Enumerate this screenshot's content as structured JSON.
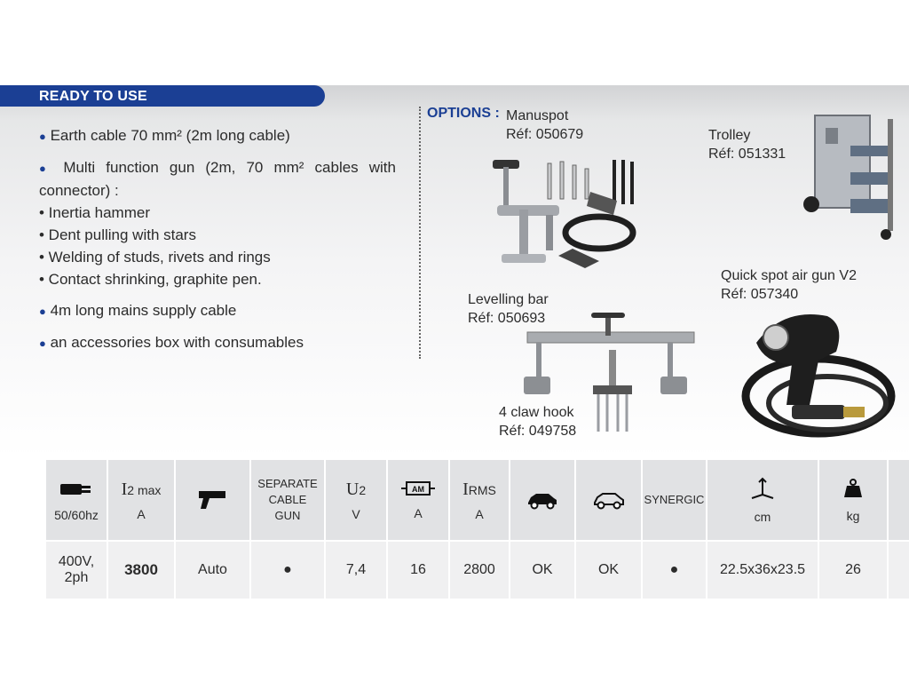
{
  "header": {
    "title": "READY TO USE"
  },
  "features": [
    "Earth cable 70 mm² (2m long cable)",
    "Multi function gun (2m, 70 mm² cables with connector) :",
    "• Inertia hammer",
    "• Dent pulling with stars",
    "• Welding of studs, rivets and rings",
    "• Contact shrinking, graphite pen.",
    "4m long mains supply cable",
    "an accessories box with consumables"
  ],
  "options": {
    "label": "OPTIONS :",
    "items": [
      {
        "name": "Manuspot",
        "ref": "Réf: 050679"
      },
      {
        "name": "Trolley",
        "ref": "Réf: 051331"
      },
      {
        "name": "Quick spot air gun V2",
        "ref": "Réf: 057340"
      },
      {
        "name": "Levelling bar",
        "ref": "Réf: 050693"
      },
      {
        "name": "4 claw hook",
        "ref": "Réf: 049758"
      }
    ]
  },
  "specs": {
    "headers": {
      "freq": "50/60hz",
      "i2": "I",
      "i2sub": "2 max",
      "i2unit": "A",
      "sep1": "SEPARATE",
      "sep2": "CABLE",
      "sep3": "GUN",
      "u2": "U",
      "u2sub": "2",
      "u2unit": "V",
      "am": "AM",
      "amunit": "A",
      "irms": "I",
      "irmssub": "RMS",
      "irmsunit": "A",
      "synergic": "SYNERGIC",
      "dimunit": "cm",
      "weightunit": "kg"
    },
    "values": {
      "power": "400V,\n2ph",
      "i2max": "3800",
      "gun": "Auto",
      "separate": "●",
      "u2": "7,4",
      "am": "16",
      "irms": "2800",
      "car1": "OK",
      "car2": "OK",
      "synergic": "●",
      "dims": "22.5x36x23.5",
      "weight": "26"
    }
  }
}
